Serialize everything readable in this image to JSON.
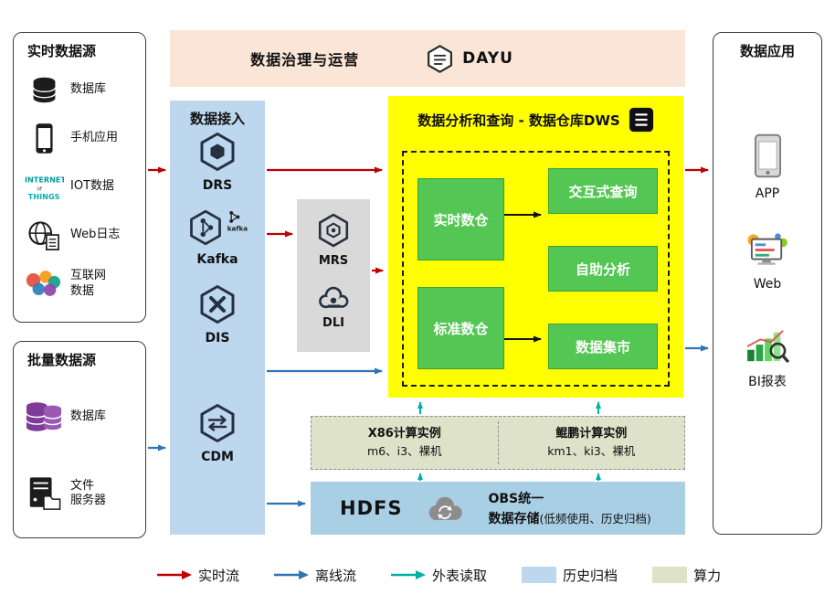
{
  "colors": {
    "realtime_flow": "#C00000",
    "offline_flow": "#2E75B6",
    "external_read": "#00B0A0",
    "archive_fill": "#BDD7EE",
    "compute_fill": "#DDE2C9",
    "governance_fill": "#FBE5D6",
    "ingestion_fill": "#BDD7EE",
    "processing_fill": "#D9D9D9",
    "dws_fill": "#FFFF00",
    "warehouse_green": "#53C653",
    "hdfs_fill": "#A9CFE5"
  },
  "realtime_sources": {
    "title": "实时数据源",
    "items": [
      {
        "icon": "database-icon",
        "label": "数据库"
      },
      {
        "icon": "mobile-phone-icon",
        "label": "手机应用"
      },
      {
        "icon": "iot-icon",
        "label": "IOT数据"
      },
      {
        "icon": "web-globe-icon",
        "label": "Web日志"
      },
      {
        "icon": "internet-bubbles-icon",
        "label": "互联网\n数据"
      }
    ]
  },
  "batch_sources": {
    "title": "批量数据源",
    "items": [
      {
        "icon": "purple-database-icon",
        "label": "数据库"
      },
      {
        "icon": "file-server-icon",
        "label": "文件\n服务器"
      }
    ]
  },
  "governance": {
    "title": "数据治理与运营",
    "product": "DAYU"
  },
  "ingestion": {
    "title": "数据接入",
    "services": [
      {
        "label": "DRS"
      },
      {
        "label": "Kafka",
        "badge": "kafka"
      },
      {
        "label": "DIS"
      },
      {
        "label": "CDM"
      }
    ]
  },
  "processing": {
    "services": [
      {
        "label": "MRS"
      },
      {
        "label": "DLI"
      }
    ]
  },
  "dws": {
    "title": "数据分析和查询 - 数据仓库DWS",
    "warehouses": [
      {
        "label": "实时数仓"
      },
      {
        "label": "标准数仓"
      }
    ],
    "functions": [
      {
        "label": "交互式查询"
      },
      {
        "label": "自助分析"
      },
      {
        "label": "数据集市"
      }
    ]
  },
  "compute": {
    "x86": {
      "title": "X86计算实例",
      "subtitle": "m6、i3、裸机"
    },
    "kunpeng": {
      "title": "鲲鹏计算实例",
      "subtitle": "km1、ki3、裸机"
    }
  },
  "storage": {
    "hdfs": "HDFS",
    "obs_line1": "OBS统一",
    "obs_line2": "数据存储",
    "obs_note": "(低频使用、历史归档)"
  },
  "applications": {
    "title": "数据应用",
    "items": [
      {
        "icon": "app-phone-icon",
        "label": "APP"
      },
      {
        "icon": "web-monitor-icon",
        "label": "Web"
      },
      {
        "icon": "bi-report-icon",
        "label": "BI报表"
      }
    ]
  },
  "legend": [
    {
      "type": "arrow",
      "color_key": "realtime_flow",
      "label": "实时流"
    },
    {
      "type": "arrow",
      "color_key": "offline_flow",
      "label": "离线流"
    },
    {
      "type": "arrow",
      "color_key": "external_read",
      "label": "外表读取"
    },
    {
      "type": "swatch",
      "color_key": "archive_fill",
      "label": "历史归档"
    },
    {
      "type": "swatch",
      "color_key": "compute_fill",
      "label": "算力"
    }
  ]
}
